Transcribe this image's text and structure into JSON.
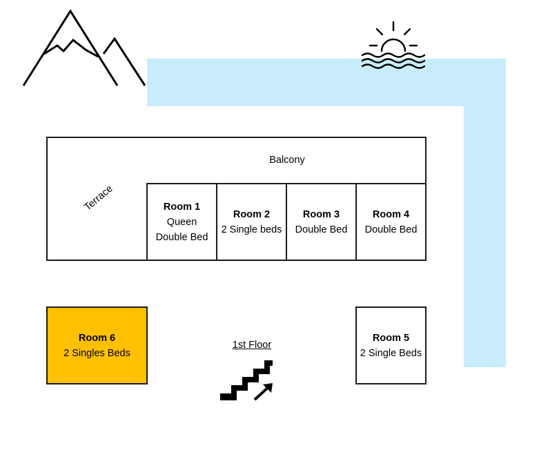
{
  "colors": {
    "water": "#c9ecfa",
    "highlight_room": "#ffc000",
    "outline": "#1a1a1a"
  },
  "icons": [
    "mountain-icon",
    "sunset-over-water-icon",
    "stairs-up-icon"
  ],
  "labels": {
    "balcony": "Balcony",
    "terrace": "Terrace",
    "floor": "1st Floor"
  },
  "rooms": [
    {
      "name": "Room 1",
      "line1": "Queen",
      "line2": "Double Bed"
    },
    {
      "name": "Room 2",
      "line1": "2 Single beds"
    },
    {
      "name": "Room 3",
      "line1": "Double Bed"
    },
    {
      "name": "Room 4",
      "line1": "Double Bed"
    },
    {
      "name": "Room 5",
      "line1": "2 Single Beds"
    },
    {
      "name": "Room 6",
      "line1": "2 Singles Beds",
      "highlighted": true
    }
  ]
}
